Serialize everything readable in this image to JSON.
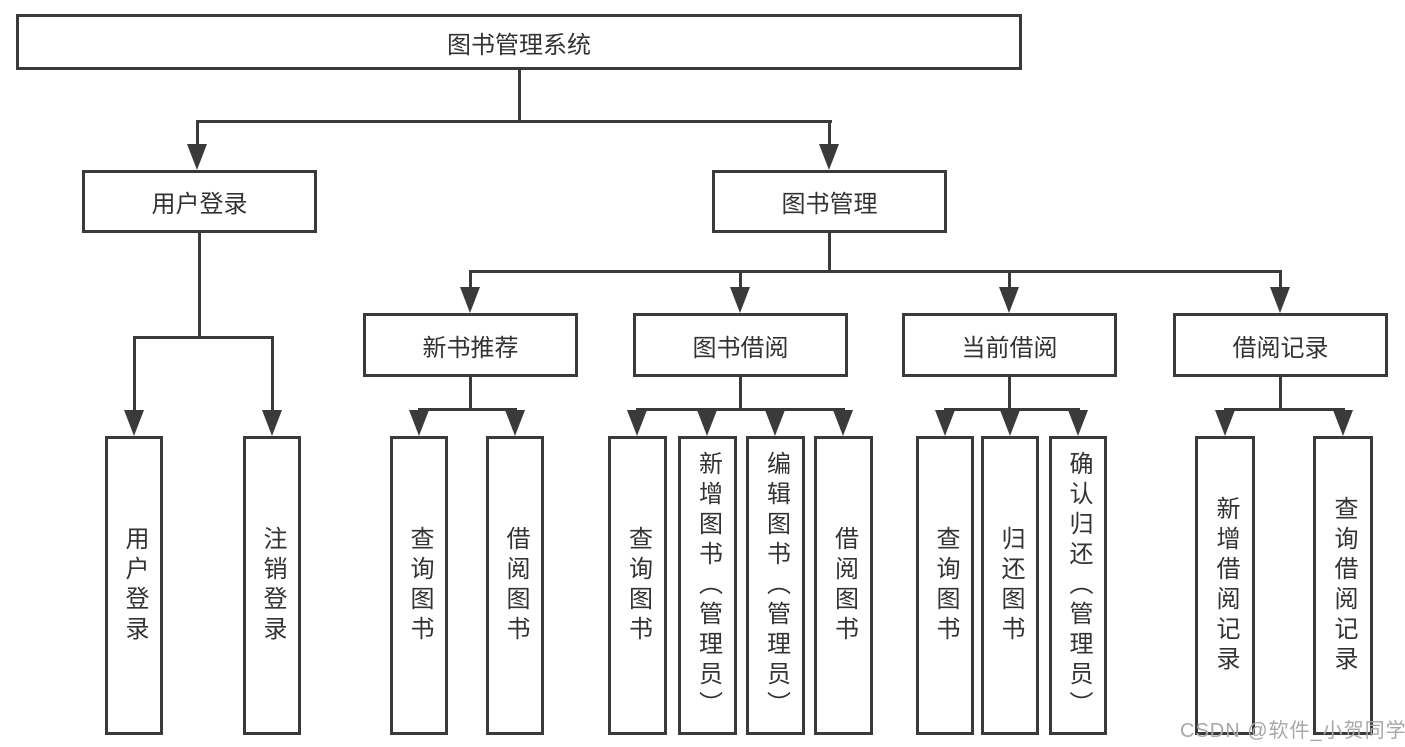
{
  "diagram": {
    "title": "图书管理系统",
    "level2": {
      "user_login": "用户登录",
      "book_mgmt": "图书管理"
    },
    "level3": {
      "new_books": "新书推荐",
      "borrowing": "图书借阅",
      "current": "当前借阅",
      "records": "借阅记录"
    },
    "leaves": {
      "user_login": "用户登录",
      "logout": "注销登录",
      "nb_query": "查询图书",
      "nb_borrow": "借阅图书",
      "bb_query": "查询图书",
      "bb_add": "新增图书（管理员）",
      "bb_edit": "编辑图书（管理员）",
      "bb_borrow": "借阅图书",
      "cb_query": "查询图书",
      "cb_return": "归还图书",
      "cb_confirm": "确认归还（管理员）",
      "br_add": "新增借阅记录",
      "br_query": "查询借阅记录"
    }
  },
  "watermark": "CSDN @软件_小贺同学",
  "colors": {
    "line": "#3a3a3a",
    "text": "#333333",
    "background": "#ffffff",
    "watermark": "#a8a8a8"
  }
}
